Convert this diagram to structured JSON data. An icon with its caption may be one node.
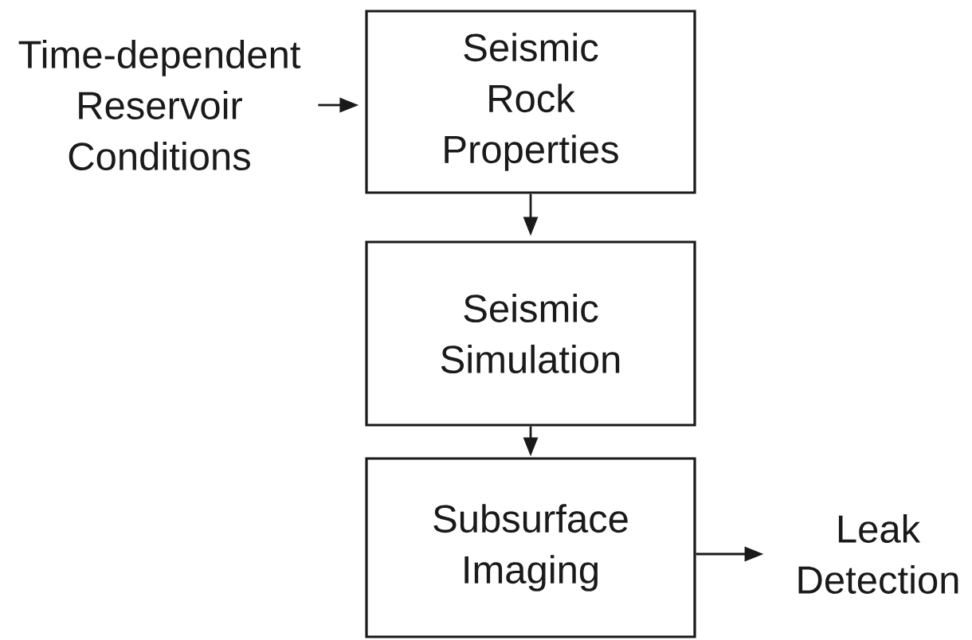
{
  "diagram": {
    "nodes": [
      {
        "text": [
          "Time-dependent Reservoir Conditions"
        ]
      },
      {
        "text": [
          "Seismic Rock Properties"
        ]
      },
      {
        "text": [
          "Seismic Simulation"
        ]
      },
      {
        "text": [
          "Subsurface Imaging"
        ]
      },
      {
        "text": [
          "Leak Detection"
        ]
      }
    ],
    "edges": [
      {
        "from": 0,
        "to": 1,
        "arrow": "to"
      },
      {
        "from": 1,
        "to": 2,
        "arrow": "to"
      },
      {
        "from": 2,
        "to": 3,
        "arrow": "to"
      },
      {
        "from": 3,
        "to": 4,
        "arrow": "to"
      }
    ]
  }
}
